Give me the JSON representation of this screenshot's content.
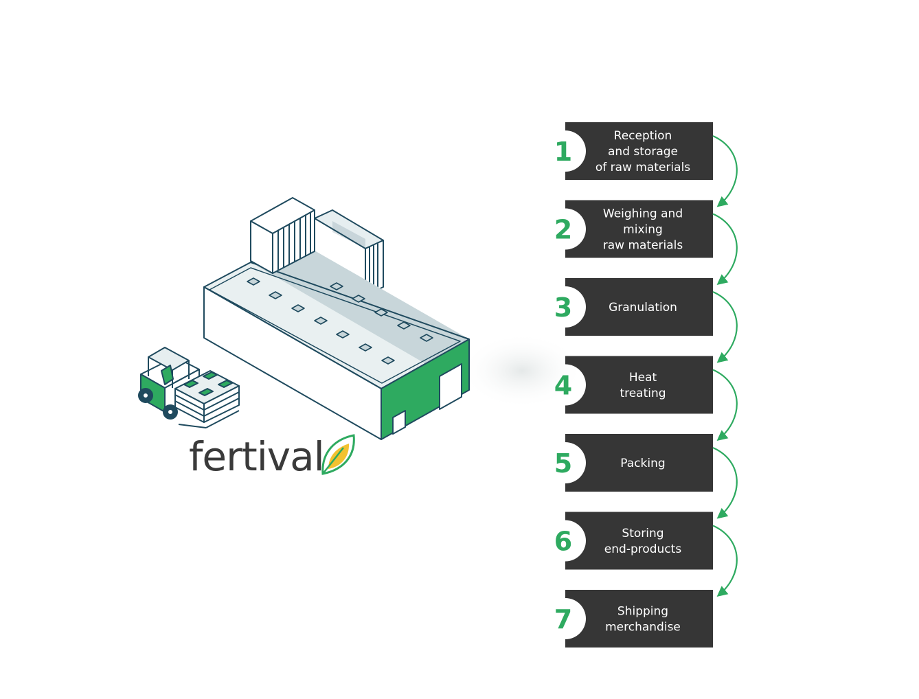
{
  "brand": {
    "name": "fertival",
    "accent_color": "#2eaa60",
    "leaf_color": "#f2c230",
    "box_color": "#363636"
  },
  "steps": [
    {
      "number": "1",
      "lines": [
        "Reception",
        "and storage",
        "of raw materials"
      ]
    },
    {
      "number": "2",
      "lines": [
        "Weighing and",
        "mixing",
        "raw materials"
      ]
    },
    {
      "number": "3",
      "lines": [
        "Granulation"
      ]
    },
    {
      "number": "4",
      "lines": [
        "Heat",
        "treating"
      ]
    },
    {
      "number": "5",
      "lines": [
        "Packing"
      ]
    },
    {
      "number": "6",
      "lines": [
        "Storing",
        "end-products"
      ]
    },
    {
      "number": "7",
      "lines": [
        "Shipping",
        "merchandise"
      ]
    }
  ]
}
